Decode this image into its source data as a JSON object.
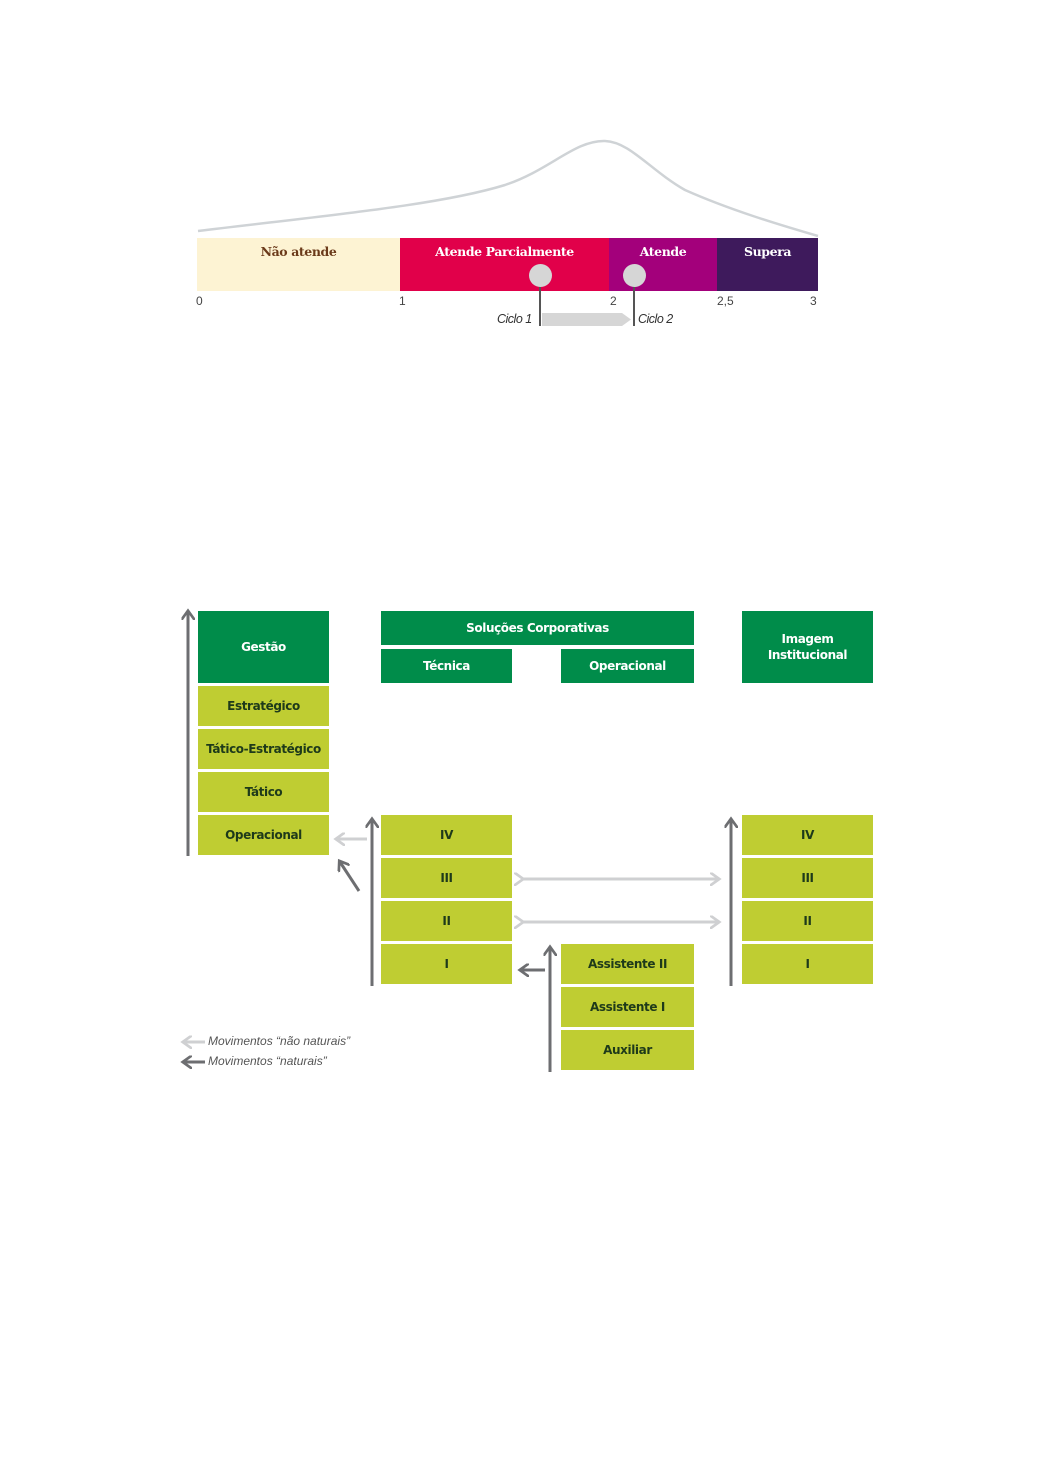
{
  "scale": {
    "bands": [
      {
        "label": "Não atende",
        "color": "#fdf3d3",
        "text_color": "#6b3a1a"
      },
      {
        "label": "Atende Parcialmente",
        "color": "#e1004a",
        "text_color": "#ffffff"
      },
      {
        "label": "Atende",
        "color": "#a3007b",
        "text_color": "#ffffff"
      },
      {
        "label": "Supera",
        "color": "#3e1a5c",
        "text_color": "#ffffff"
      }
    ],
    "ticks": [
      "0",
      "1",
      "2",
      "2,5",
      "3"
    ],
    "cycles": {
      "cycle1": "Ciclo 1",
      "cycle2": "Ciclo 2"
    }
  },
  "hierarchy": {
    "gestao": {
      "header": "Gestão",
      "levels": [
        "Estratégico",
        "Tático-Estratégico",
        "Tático",
        "Operacional"
      ]
    },
    "solucoes": {
      "header": "Soluções Corporativas",
      "tecnica": {
        "header": "Técnica",
        "levels": [
          "IV",
          "III",
          "II",
          "I"
        ]
      },
      "operacional": {
        "header": "Operacional",
        "levels": [
          "Assistente II",
          "Assistente I",
          "Auxiliar"
        ]
      }
    },
    "imagem": {
      "header": "Imagem Institucional",
      "levels": [
        "IV",
        "III",
        "II",
        "I"
      ]
    },
    "colors": {
      "dark_green": "#008c4a",
      "light_green": "#bfcd32",
      "arrow_dark": "#6d6e71",
      "arrow_light": "#cfd0d2"
    }
  },
  "legend": {
    "light": "Movimentos “não naturais”",
    "dark": "Movimentos “naturais”"
  }
}
